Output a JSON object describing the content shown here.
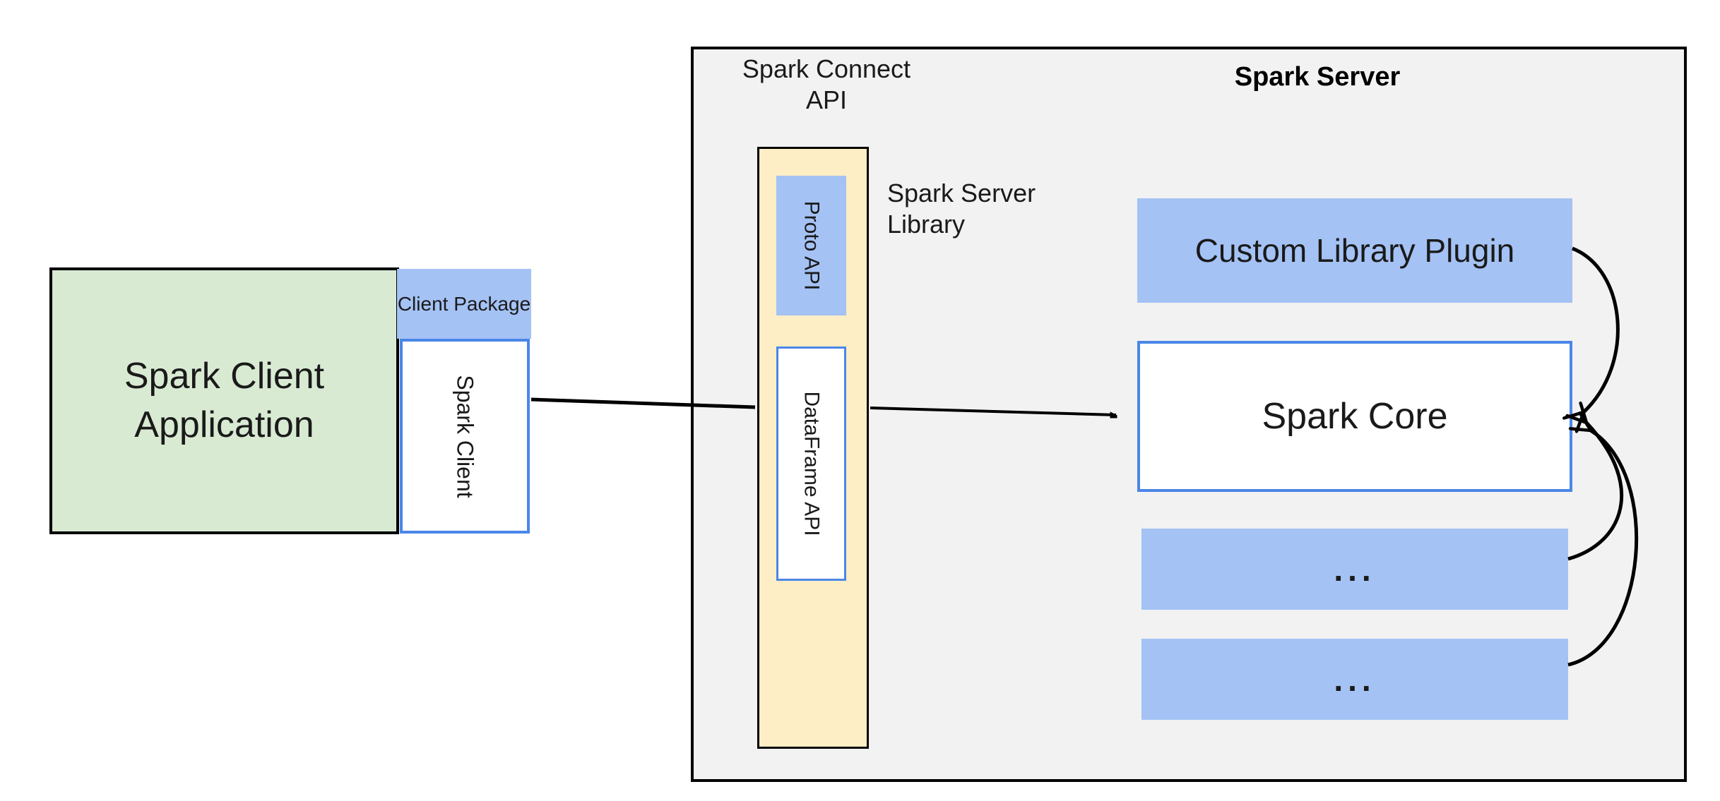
{
  "diagram": {
    "client_application": {
      "label": "Spark Client Application"
    },
    "client_package": {
      "label": "Client Package"
    },
    "spark_client": {
      "label": "Spark Client"
    },
    "server_group": {
      "title": "Spark Server"
    },
    "connect_api_label": "Spark Connect API",
    "server_library_label": "Spark Server Library",
    "proto_api": {
      "label": "Proto API"
    },
    "dataframe_api": {
      "label": "DataFrame API"
    },
    "custom_library_plugin": {
      "label": "Custom Library Plugin"
    },
    "spark_core": {
      "label": "Spark Core"
    },
    "placeholder_plugin_1": {
      "label": "..."
    },
    "placeholder_plugin_2": {
      "label": "..."
    },
    "colors": {
      "client_app_fill": "#d9ead3",
      "blue_fill": "#a4c2f4",
      "blue_border": "#4a86e8",
      "connect_api_fill": "#fdeec6",
      "server_fill": "#f2f2f2",
      "line_color": "#000000",
      "text_color": "#1a1a1a"
    }
  }
}
